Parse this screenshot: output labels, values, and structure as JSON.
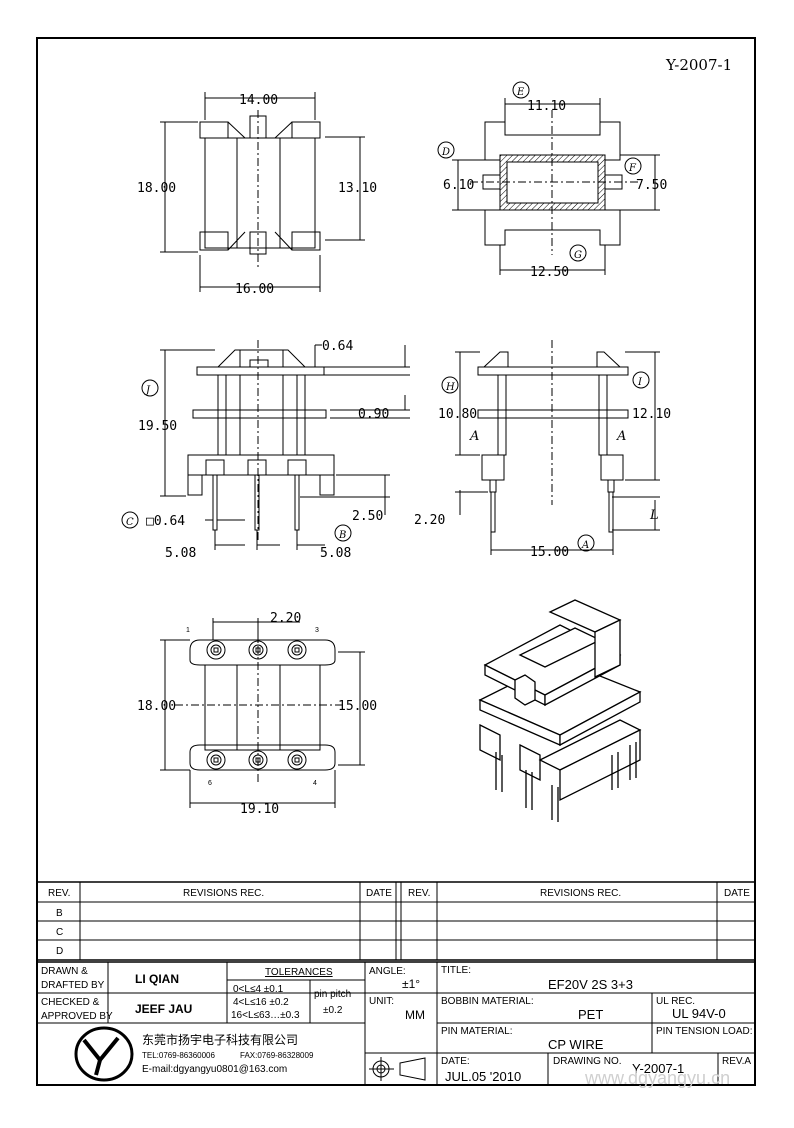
{
  "drawing": {
    "number_top": "Y-2007-1",
    "dims": {
      "d14": "14.00",
      "d1110": "11.10",
      "d18a": "18.00",
      "d1310": "13.10",
      "d610": "6.10",
      "d750": "7.50",
      "d16": "16.00",
      "d1250": "12.50",
      "d064": "0.64",
      "d1950": "19.50",
      "d090": "0.90",
      "d250": "2.50",
      "d220a": "2.20",
      "d1080": "10.80",
      "d1210": "12.10",
      "pin064": "□0.64",
      "d508a": "5.08",
      "d508b": "5.08",
      "d15": "15.00",
      "d220b": "2.20",
      "d18b": "18.00",
      "d1500b": "15.00",
      "d1910": "19.10",
      "A1": "A",
      "A2": "A",
      "L": "L"
    },
    "bubbles": {
      "E": "E",
      "D": "D",
      "F": "F",
      "G": "G",
      "J": "J",
      "C": "C",
      "B": "B",
      "H": "H",
      "I": "I",
      "A": "A"
    },
    "pins": {
      "p1": "1",
      "p3": "3",
      "p6": "6",
      "p4": "4"
    }
  },
  "revisions": {
    "rev_header": "REV.",
    "rec_header": "REVISIONS   REC.",
    "date_header": "DATE",
    "rows": [
      "B",
      "C",
      "D"
    ]
  },
  "titleblock": {
    "drawn_label": "DRAWN &\nDRAFTED BY",
    "drawn_1": "DRAWN &",
    "drawn_2": "DRAFTED BY",
    "drawn_value": "LI QIAN",
    "checked_1": "CHECKED &",
    "checked_2": "APPROVED BY",
    "checked_value": "JEEF JAU",
    "tolerances": "TOLERANCES",
    "tol1": "0<L≤4   ±0.1",
    "tol2": "4<L≤16  ±0.2",
    "tol3": "16<L≤63…±0.3",
    "pin_pitch": "pin pitch",
    "pin_pitch_val": "±0.2",
    "angle_label": "ANGLE:",
    "angle_value": "±1°",
    "unit_label": "UNIT:",
    "unit_value": "MM",
    "title_label": "TITLE:",
    "title_value": "EF20V 2S 3+3",
    "bobbin_label": "BOBBIN MATERIAL:",
    "bobbin_value": "PET",
    "ul_label": "UL REC.",
    "ul_value": "UL 94V-0",
    "pin_mat_label": "PIN MATERIAL:",
    "pin_mat_value": "CP WIRE",
    "pin_tension_label": "PIN TENSION LOAD:",
    "date_label": "DATE:",
    "date_value": "JUL.05 '2010",
    "drawing_no_label": "DRAWING NO.",
    "drawing_no_value": "Y-2007-1",
    "rev_label": "REV.A",
    "company_cn": "东莞市扬宇电子科技有限公司",
    "tel": "TEL:0769-86360006",
    "fax": "FAX:0769-86328009",
    "email": "E-mail:dgyangyu0801@163.com",
    "watermark": "www.dgyangyu.cn"
  }
}
